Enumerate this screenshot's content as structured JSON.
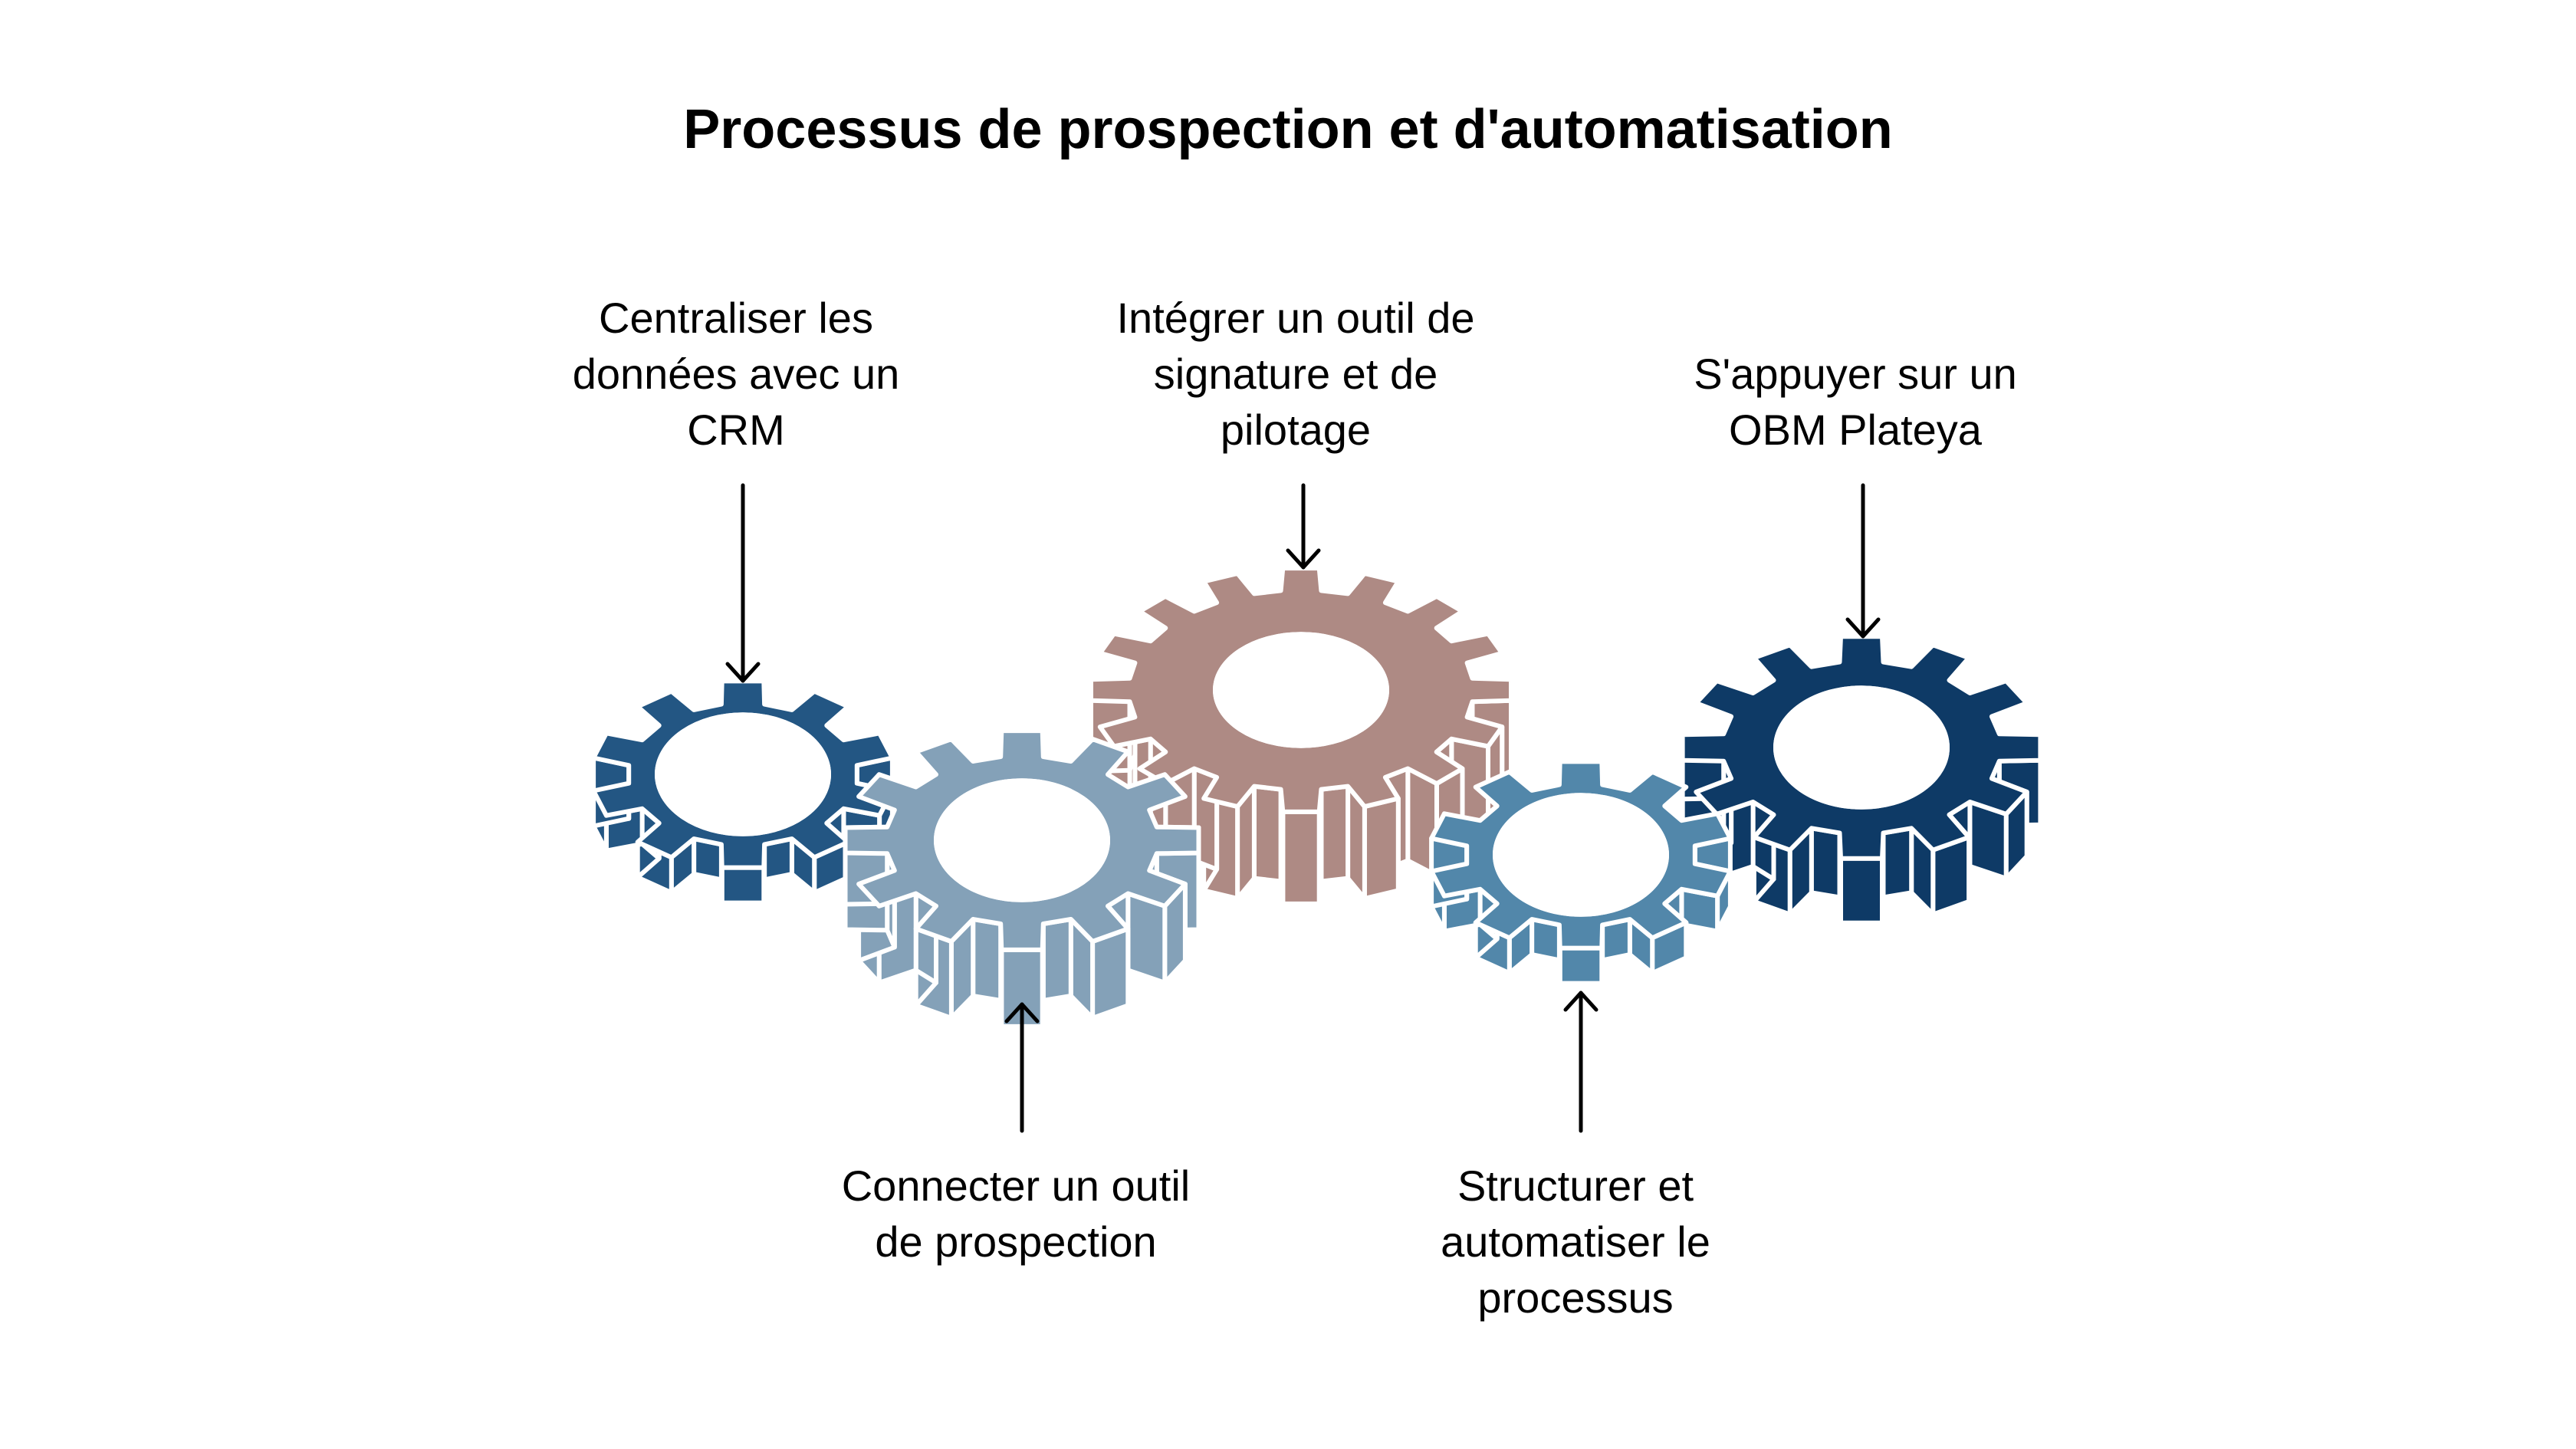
{
  "title": "Processus de prospection et d'automatisation",
  "colors": {
    "gear_dark_blue": "#235683",
    "gear_gray_blue": "#84a1b8",
    "gear_mauve": "#ae8a84",
    "gear_mid_blue": "#5287aa",
    "gear_navy": "#0e3a66",
    "outline": "#ffffff",
    "arrow": "#000000"
  },
  "steps": [
    {
      "id": "crm",
      "lines": [
        "Centraliser les",
        "données avec un",
        "CRM"
      ],
      "label_position": "top",
      "arrow": "down",
      "gear_color_key": "gear_dark_blue",
      "teeth": 10
    },
    {
      "id": "prospection",
      "lines": [
        "Connecter un outil",
        "de prospection"
      ],
      "label_position": "bottom",
      "arrow": "up",
      "gear_color_key": "gear_gray_blue",
      "teeth": 12
    },
    {
      "id": "signature",
      "lines": [
        "Intégrer un outil de",
        "signature et de",
        "pilotage"
      ],
      "label_position": "top",
      "arrow": "down",
      "gear_color_key": "gear_mauve",
      "teeth": 16
    },
    {
      "id": "automatisation",
      "lines": [
        "Structurer et",
        "automatiser le",
        "processus"
      ],
      "label_position": "bottom",
      "arrow": "up",
      "gear_color_key": "gear_mid_blue",
      "teeth": 10
    },
    {
      "id": "obm",
      "lines": [
        "S'appuyer sur un",
        "OBM Plateya"
      ],
      "label_position": "top",
      "arrow": "down",
      "gear_color_key": "gear_navy",
      "teeth": 12
    }
  ]
}
